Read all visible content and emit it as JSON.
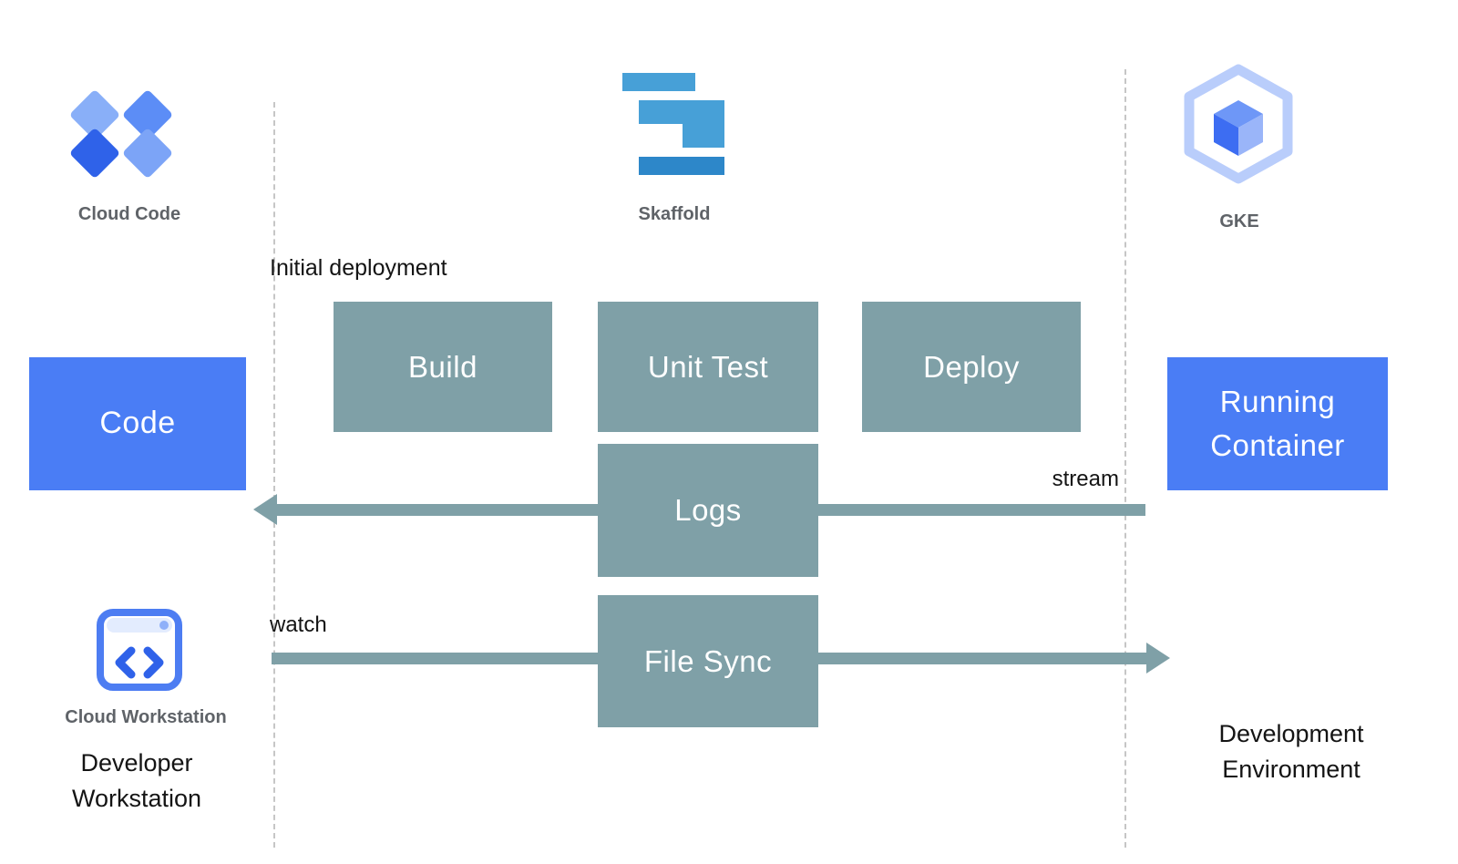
{
  "palette": {
    "blue": "#4A7DF5",
    "teal": "#7FA0A7",
    "caption_gray": "#5F6368",
    "dashed_gray": "#C6C6C6",
    "skaffold_blue_light": "#47A0D7",
    "skaffold_blue_dark": "#2D87C9"
  },
  "header_icons": {
    "cloud_code": {
      "icon": "cloud-code-icon",
      "label": "Cloud Code"
    },
    "skaffold": {
      "icon": "skaffold-icon",
      "label": "Skaffold"
    },
    "gke": {
      "icon": "gke-icon",
      "label": "GKE"
    }
  },
  "boxes": {
    "code": "Code",
    "build": "Build",
    "unit_test": "Unit Test",
    "deploy": "Deploy",
    "logs": "Logs",
    "file_sync": "File Sync",
    "running_container": "Running Container"
  },
  "labels": {
    "initial_deployment": "Initial deployment",
    "stream": "stream",
    "watch": "watch",
    "cloud_workstation": "Cloud Workstation",
    "developer_workstation": "Developer Workstation",
    "development_environment": "Development Environment"
  }
}
